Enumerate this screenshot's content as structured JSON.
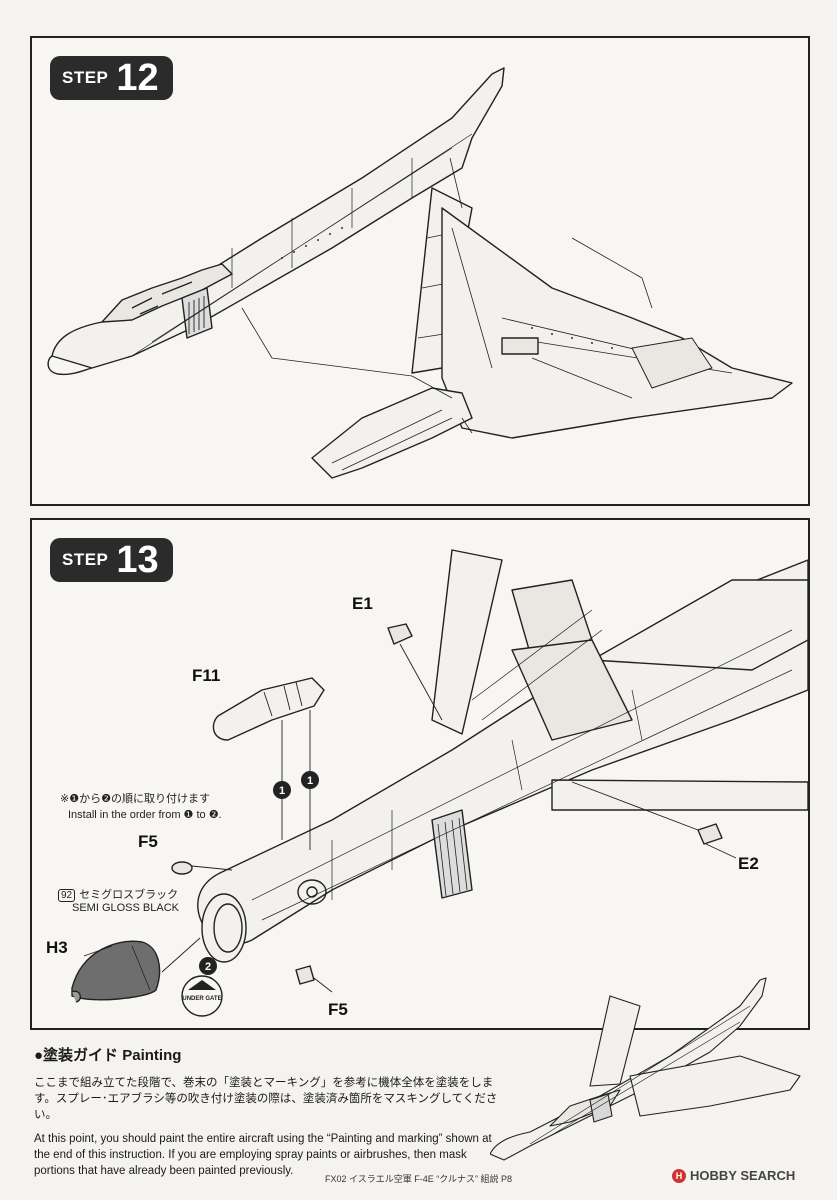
{
  "step12": {
    "word": "STEP",
    "number": "12"
  },
  "step13": {
    "word": "STEP",
    "number": "13",
    "parts": {
      "e1": "E1",
      "f11": "F11",
      "f5_upper": "F5",
      "f5_lower": "F5",
      "h3": "H3",
      "e2": "E2"
    },
    "order_note_jp": "※❶から❷の順に取り付けます",
    "order_note_en": "Install in the order from ❶ to ❷.",
    "order_marks": [
      "1",
      "2"
    ],
    "paint": {
      "code": "92",
      "name_jp": "セミグロスブラック",
      "name_en": "SEMI GLOSS BLACK"
    },
    "under_gate": "UNDER GATE"
  },
  "painting": {
    "heading": "●塗装ガイド Painting",
    "text_jp": "ここまで組み立てた段階で、巻末の「塗装とマーキング」を参考に機体全体を塗装をします。スプレー･エアブラシ等の吹き付け塗装の際は、塗装済み箇所をマスキングしてください。",
    "text_en": "At this point, you should paint the entire aircraft using the “Painting and marking” shown at the end of this instruction. If you are employing spray paints or airbrushes, then mask portions that have already been painted previously."
  },
  "footer": "FX02 イスラエル空軍 F-4E “クルナス” 組説 P8",
  "watermark": "HOBBY SEARCH",
  "colors": {
    "ink": "#1a1a1a",
    "paper": "#f4f3ef",
    "badge": "#2b2b2b"
  },
  "icons": [
    "step-badge",
    "circled-number-icon",
    "under-gate-icon",
    "arrow-icon"
  ]
}
